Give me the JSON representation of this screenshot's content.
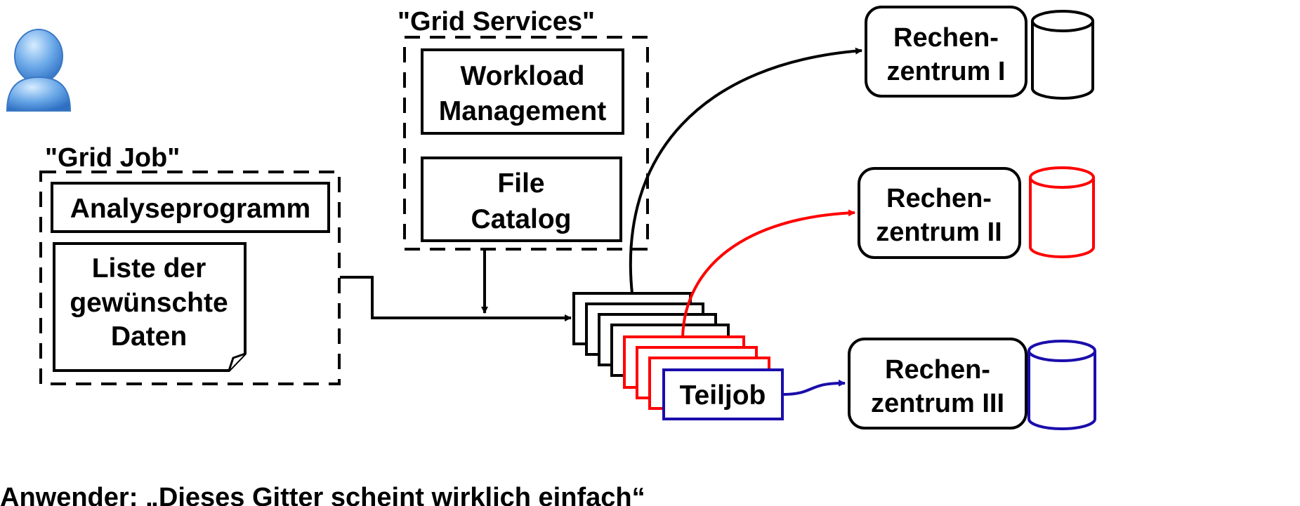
{
  "grid_services": {
    "title": "\"Grid Services\"",
    "workload_line1": "Workload",
    "workload_line2": "Management",
    "catalog_line1": "File",
    "catalog_line2": "Catalog"
  },
  "grid_job": {
    "title": "\"Grid Job\"",
    "program": "Analyseprogramm",
    "data_line1": "Liste der",
    "data_line2": "gewünschte",
    "data_line3": "Daten"
  },
  "subjob": {
    "label": "Teiljob"
  },
  "centers": [
    {
      "line1": "Rechen-",
      "line2": "zentrum I",
      "color": "#000000"
    },
    {
      "line1": "Rechen-",
      "line2": "zentrum II",
      "color": "#ff0000"
    },
    {
      "line1": "Rechen-",
      "line2": "zentrum III",
      "color": "#1a0dab"
    }
  ],
  "footer_text": "Anwender: „Dieses Gitter scheint wirklich einfach“",
  "colors": {
    "black": "#000000",
    "red": "#ff0000",
    "blue": "#1a0dab",
    "user_icon": "#5b9bd5"
  }
}
